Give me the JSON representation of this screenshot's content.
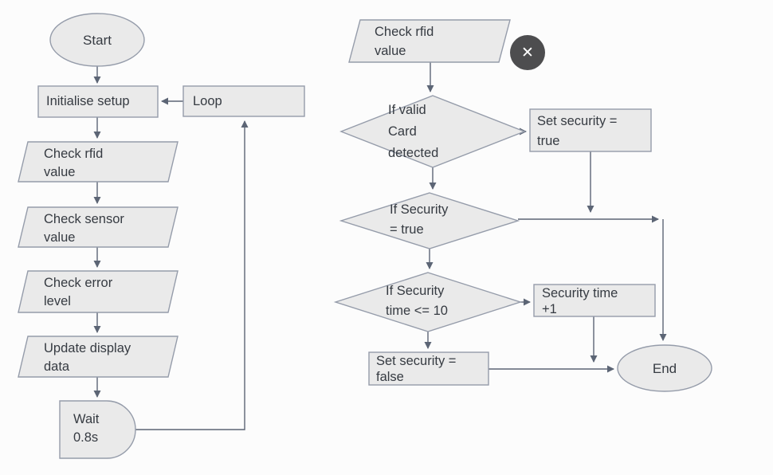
{
  "colors": {
    "background": "#fcfcfc",
    "node_fill": "#eaeaea",
    "node_border": "#959caa",
    "connector": "#5c6575",
    "text": "#363b42",
    "close_button_bg": "#4d4d4f",
    "close_button_fg": "#ffffff"
  },
  "close_button": {
    "icon": "x-icon",
    "glyph": "✕"
  },
  "flowchart": {
    "left": {
      "start": "Start",
      "initialise": "Initialise setup",
      "loop": "Loop",
      "check_rfid": "Check rfid\nvalue",
      "check_sensor": "Check sensor\nvalue",
      "check_error": "Check error\nlevel",
      "update_display": "Update display\ndata",
      "wait": "Wait\n0.8s"
    },
    "right": {
      "check_rfid": "Check rfid\nvalue",
      "if_valid_card": "If valid\nCard\ndetected",
      "set_security_true": "Set security =\ntrue",
      "if_security_true": "If Security\n= true",
      "if_security_time": "If Security\ntime <= 10",
      "security_time_inc": "Security time\n+1",
      "set_security_false": "Set security =\nfalse",
      "end": "End"
    }
  }
}
